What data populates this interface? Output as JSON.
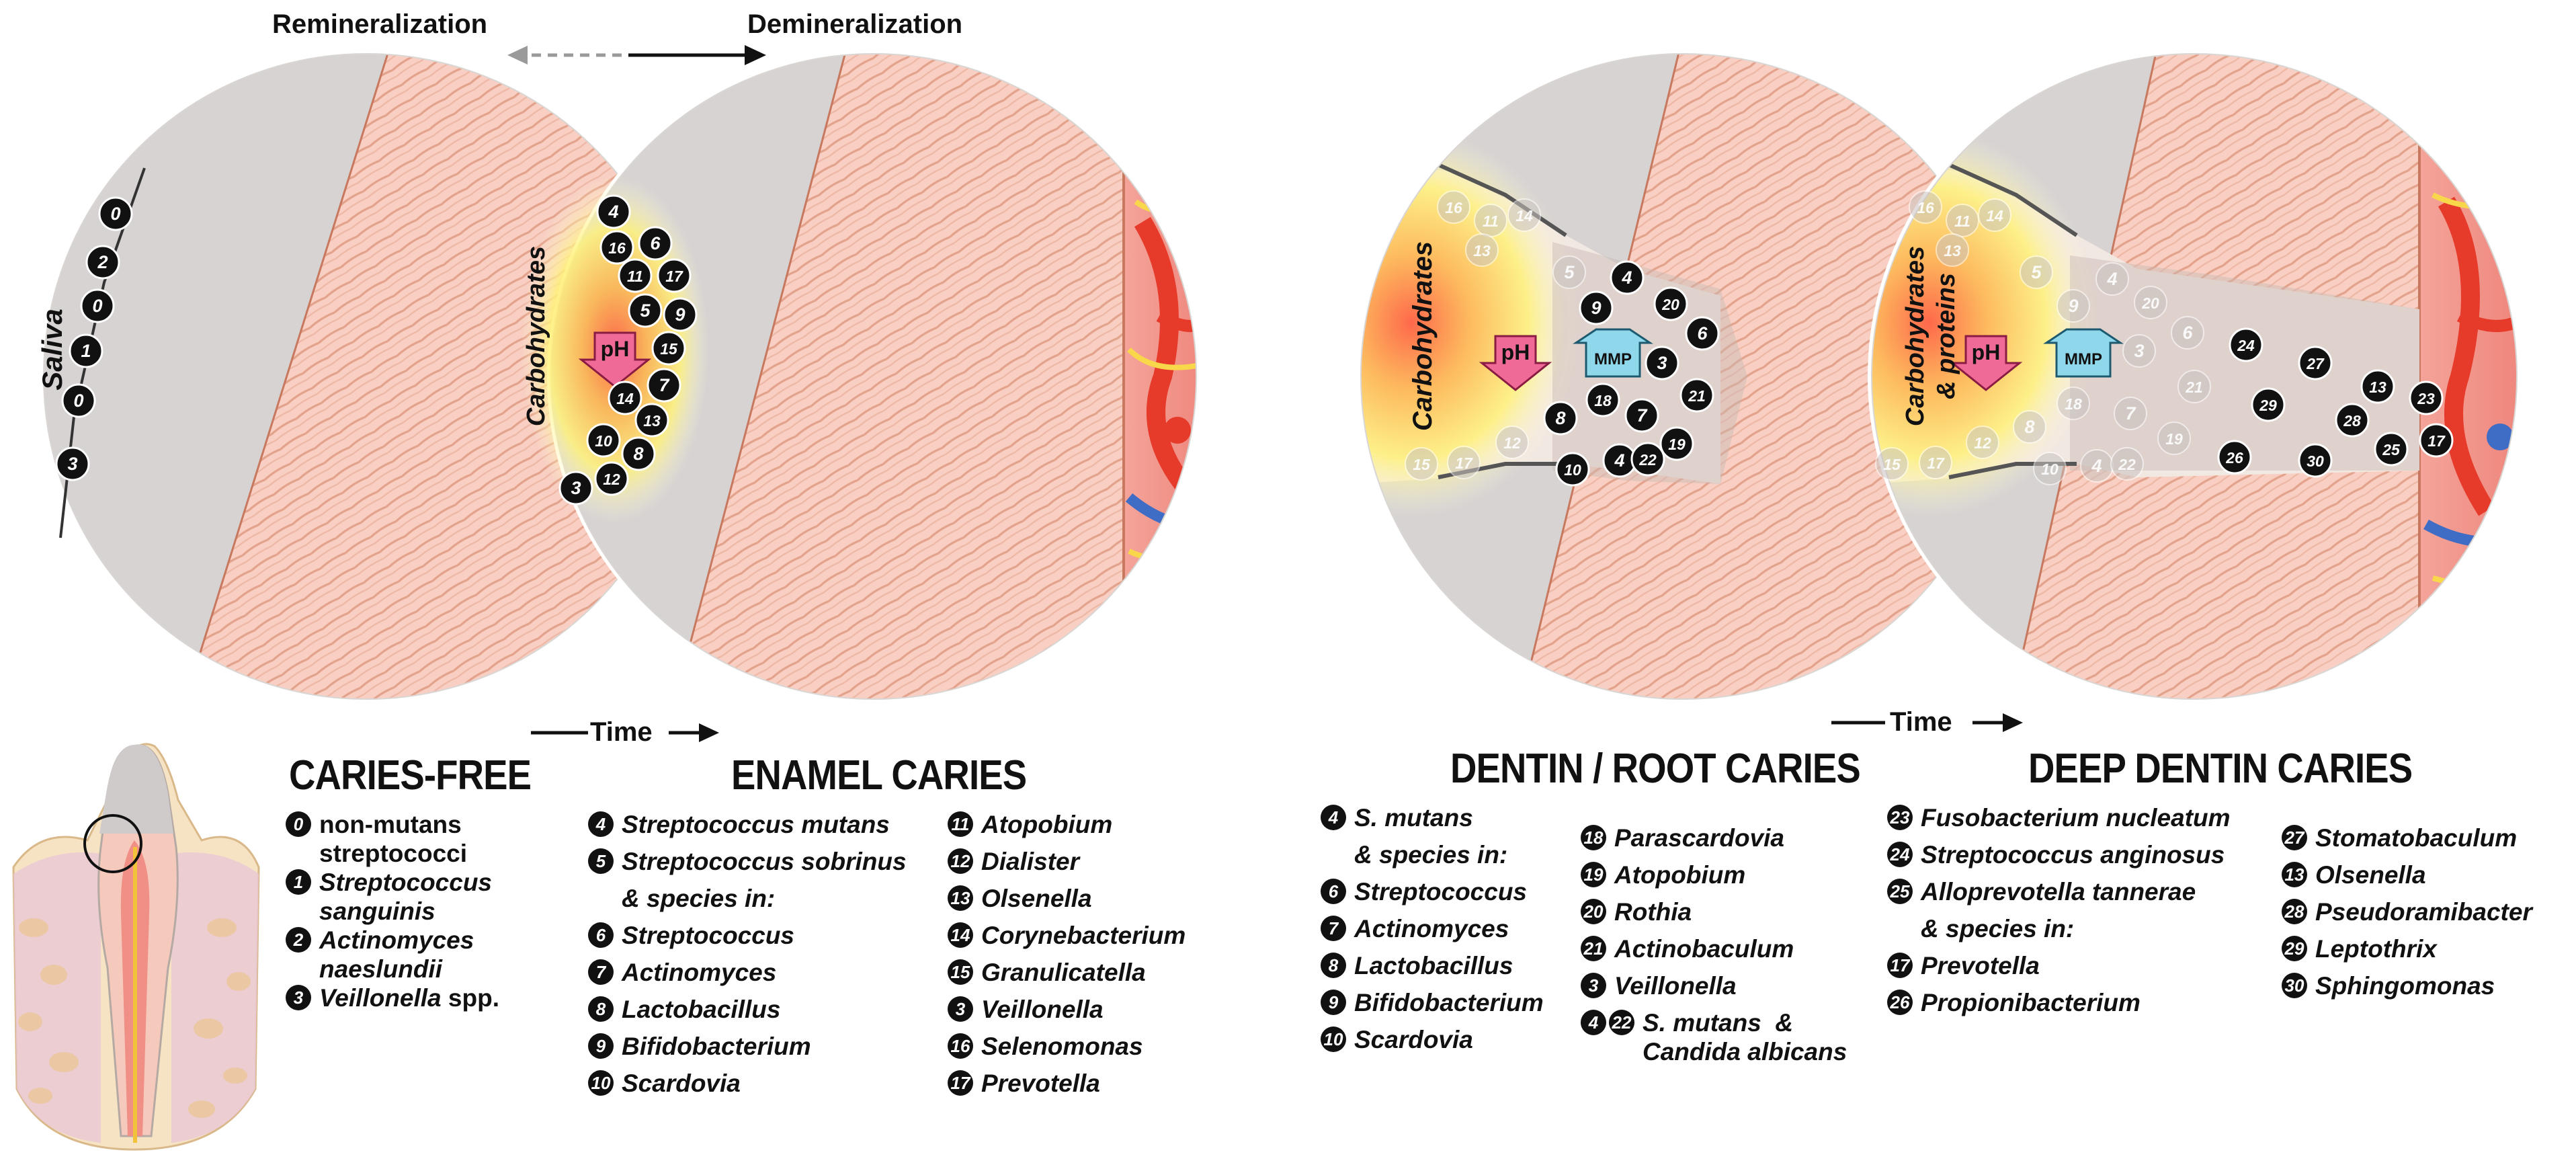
{
  "header": {
    "remineralization": "Remineralization",
    "demineralization": "Demineralization"
  },
  "labels": {
    "saliva": "Saliva",
    "carbohydrates": "Carbohydrates",
    "carbohydrates_proteins_1": "Carbohydrates",
    "carbohydrates_proteins_2": "& proteins",
    "ph": "pH",
    "mmp": "MMP",
    "time": "Time"
  },
  "colors": {
    "enamel": "#d6d3d2",
    "dentin": "#f8cfc2",
    "pulp": "#ef8f86",
    "stripe": "#d88a72",
    "yellow_glow": "#fff37a",
    "ph_arrow": "#f06a98",
    "mmp_arrow": "#8fd8ec",
    "blood_red": "#e63a2a",
    "blood_blue": "#3f6cc4",
    "badge": "#111111"
  },
  "panels": {
    "caries_free": {
      "title": "CARIES-FREE",
      "saliva_badges": [
        "0",
        "2",
        "0",
        "1",
        "0",
        "3"
      ],
      "legend": [
        {
          "id": "0",
          "text": "non-mutans\nstreptococci",
          "plain": true
        },
        {
          "id": "1",
          "text": "Streptococcus\nsanguinis"
        },
        {
          "id": "2",
          "text": "Actinomyces\nnaeslundii"
        },
        {
          "id": "3",
          "text": "Veillonella",
          "suffix": " spp."
        }
      ]
    },
    "enamel_caries": {
      "title": "ENAMEL CARIES",
      "badges": [
        "4",
        "16",
        "6",
        "11",
        "17",
        "5",
        "9",
        "15",
        "7",
        "14",
        "13",
        "10",
        "8",
        "3",
        "12"
      ],
      "legend_col1": [
        {
          "id": "4",
          "text": "Streptococcus mutans"
        },
        {
          "id": "5",
          "text": "Streptococcus sobrinus"
        },
        {
          "id": "",
          "text": "& species in:"
        },
        {
          "id": "6",
          "text": "Streptococcus"
        },
        {
          "id": "7",
          "text": "Actinomyces"
        },
        {
          "id": "8",
          "text": "Lactobacillus"
        },
        {
          "id": "9",
          "text": "Bifidobacterium"
        },
        {
          "id": "10",
          "text": "Scardovia"
        }
      ],
      "legend_col2": [
        {
          "id": "11",
          "text": "Atopobium"
        },
        {
          "id": "12",
          "text": "Dialister"
        },
        {
          "id": "13",
          "text": "Olsenella"
        },
        {
          "id": "14",
          "text": "Corynebacterium"
        },
        {
          "id": "15",
          "text": "Granulicatella"
        },
        {
          "id": "3",
          "text": "Veillonella"
        },
        {
          "id": "16",
          "text": "Selenomonas"
        },
        {
          "id": "17",
          "text": "Prevotella"
        }
      ]
    },
    "dentin_root_caries": {
      "title": "DENTIN / ROOT CARIES",
      "faded_badges": [
        "16",
        "11",
        "14",
        "13",
        "5",
        "15",
        "17",
        "12"
      ],
      "badges": [
        "4",
        "9",
        "20",
        "6",
        "3",
        "7",
        "21",
        "18",
        "8",
        "19",
        "4",
        "22",
        "10"
      ],
      "legend_col1": [
        {
          "id": "4",
          "text": "S. mutans"
        },
        {
          "id": "",
          "text": "& species in:"
        },
        {
          "id": "6",
          "text": "Streptococcus"
        },
        {
          "id": "7",
          "text": "Actinomyces"
        },
        {
          "id": "8",
          "text": "Lactobacillus"
        },
        {
          "id": "9",
          "text": "Bifidobacterium"
        },
        {
          "id": "10",
          "text": "Scardovia"
        }
      ],
      "legend_col2": [
        {
          "id": "18",
          "text": "Parascardovia"
        },
        {
          "id": "19",
          "text": "Atopobium"
        },
        {
          "id": "20",
          "text": "Rothia"
        },
        {
          "id": "21",
          "text": "Actinobaculum"
        },
        {
          "id": "3",
          "text": "Veillonella"
        },
        {
          "id": "4",
          "id2": "22",
          "text": "S. mutans  &\nCandida albicans"
        }
      ]
    },
    "deep_dentin_caries": {
      "title": "DEEP DENTIN CARIES",
      "faded_badges": [
        "16",
        "11",
        "14",
        "13",
        "5",
        "9",
        "20",
        "4",
        "6",
        "3",
        "21",
        "18",
        "7",
        "19",
        "8",
        "10",
        "4",
        "22",
        "15",
        "17",
        "12"
      ],
      "badges": [
        "24",
        "27",
        "13",
        "23",
        "29",
        "28",
        "26",
        "30",
        "25",
        "17"
      ],
      "legend_col1": [
        {
          "id": "23",
          "text": "Fusobacterium nucleatum"
        },
        {
          "id": "24",
          "text": "Streptococcus anginosus"
        },
        {
          "id": "25",
          "text": "Alloprevotella tannerae"
        },
        {
          "id": "",
          "text": "& species in:"
        },
        {
          "id": "17",
          "text": "Prevotella"
        },
        {
          "id": "26",
          "text": "Propionibacterium"
        }
      ],
      "legend_col2": [
        {
          "id": "27",
          "text": "Stomatobaculum"
        },
        {
          "id": "13",
          "text": "Olsenella"
        },
        {
          "id": "28",
          "text": "Pseudoramibacter"
        },
        {
          "id": "29",
          "text": "Leptothrix"
        },
        {
          "id": "30",
          "text": "Sphingomonas"
        }
      ]
    }
  }
}
